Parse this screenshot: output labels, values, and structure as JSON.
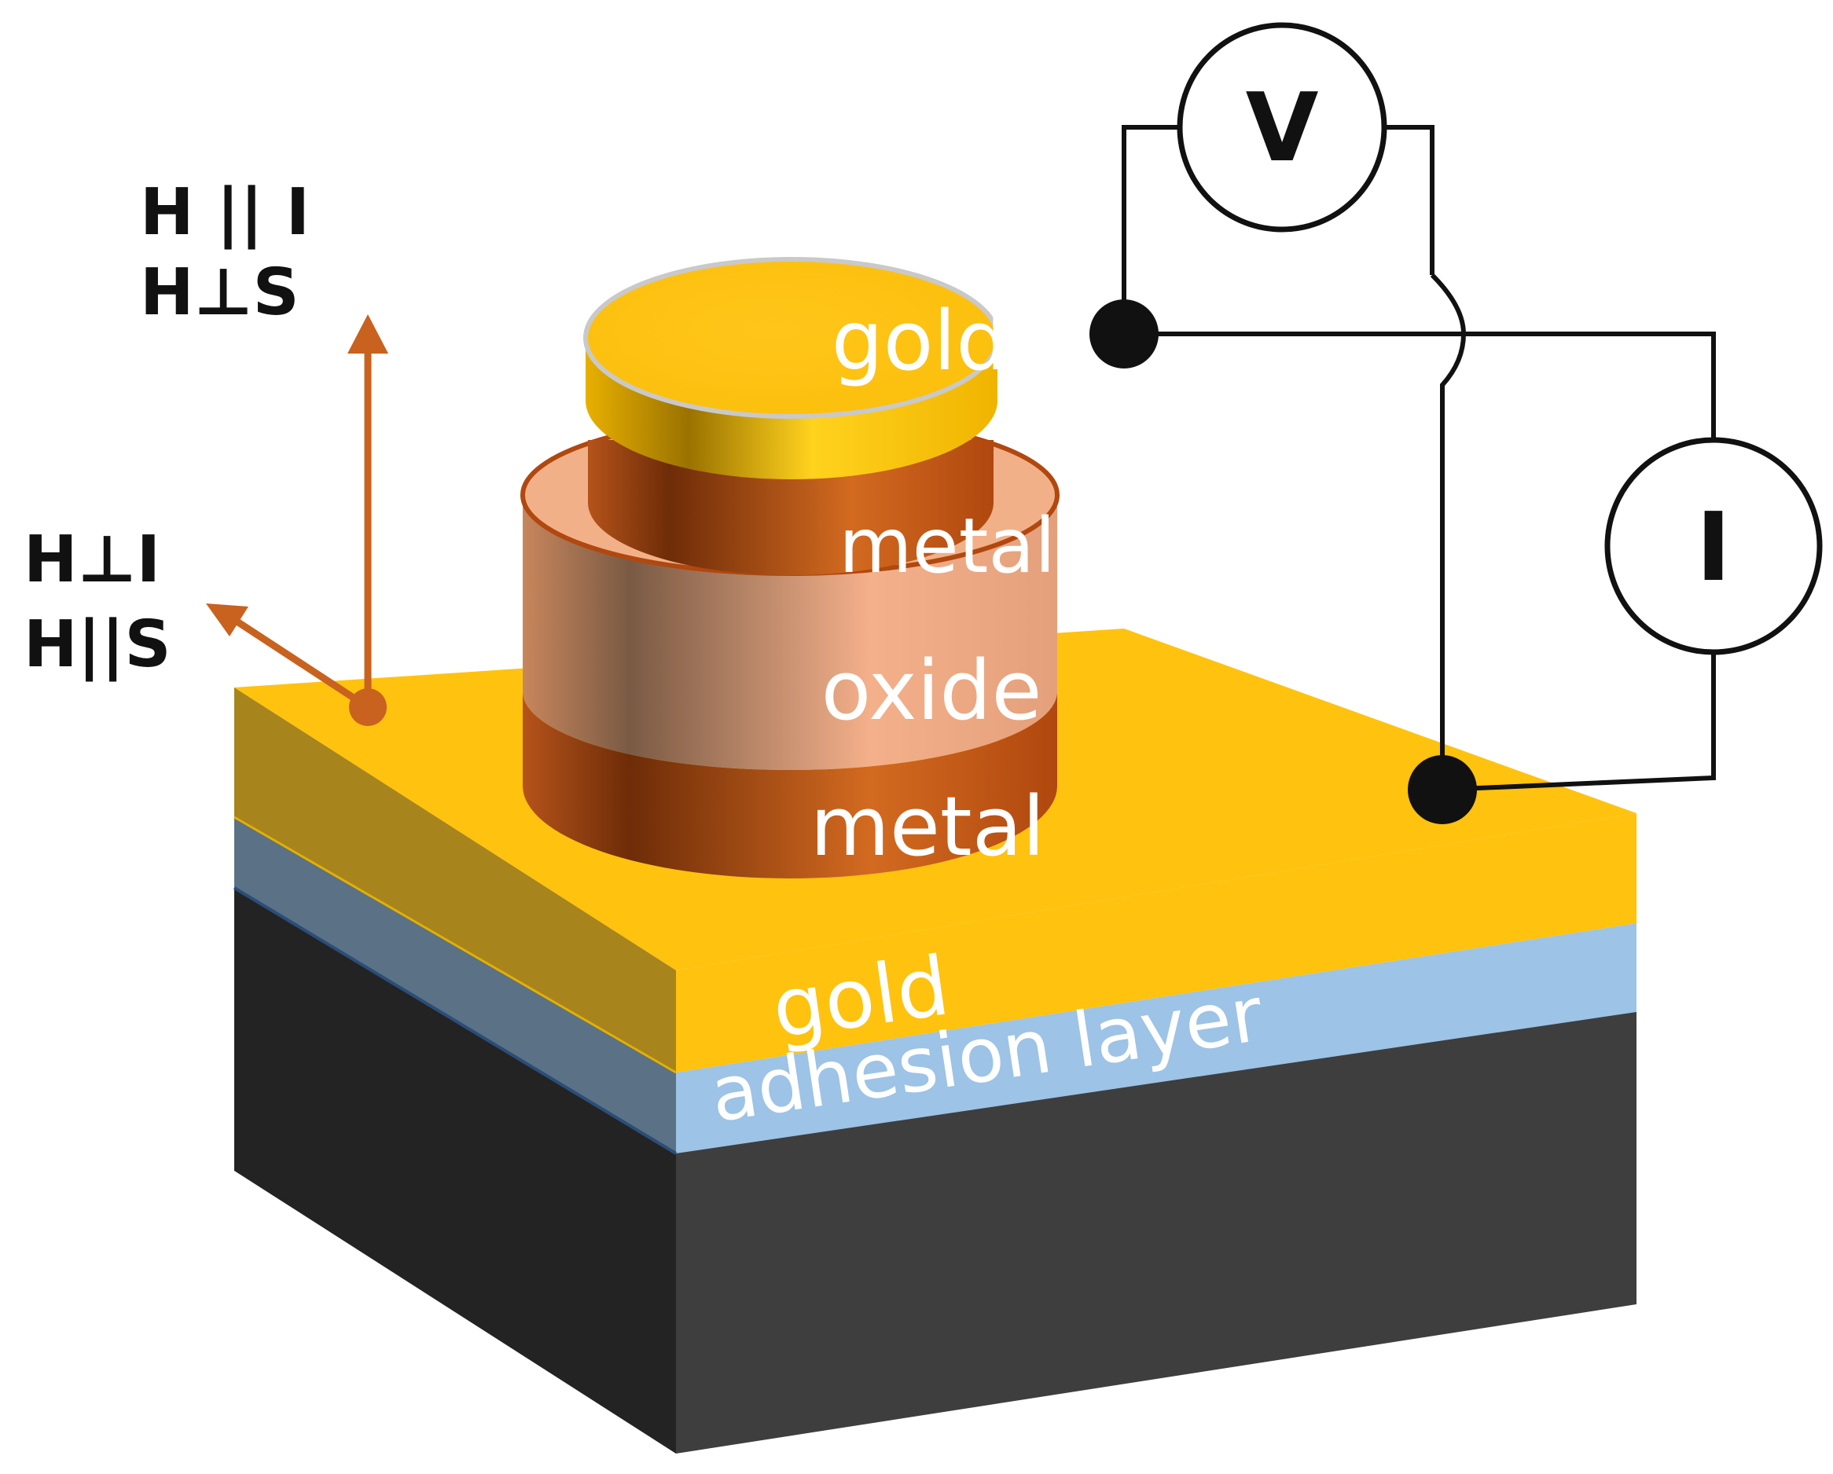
{
  "layers": {
    "top_gold": "gold",
    "top_metal": "metal",
    "oxide": "oxide",
    "bottom_metal": "metal",
    "base_gold": "gold",
    "adhesion": "adhesion layer"
  },
  "field_labels": {
    "vertical_line1": "H || I",
    "vertical_line2": "H⊥S",
    "inplane_line1": "H⊥I",
    "inplane_line2": "H||S"
  },
  "instruments": {
    "voltmeter": "V",
    "current_source": "I"
  },
  "colors": {
    "gold": "#FFC20E",
    "gold_dark": "#A8841C",
    "metal": "#C0561A",
    "metal_dark": "#6E2C08",
    "oxide": "#F2B088",
    "oxide_dark": "#7A5A44",
    "adhesion": "#9DC3E6",
    "adhesion_dark": "#5B7185",
    "substrate": "#3A3A3A",
    "substrate_dark": "#232323",
    "arrow": "#C8621E",
    "wire": "#111111"
  }
}
